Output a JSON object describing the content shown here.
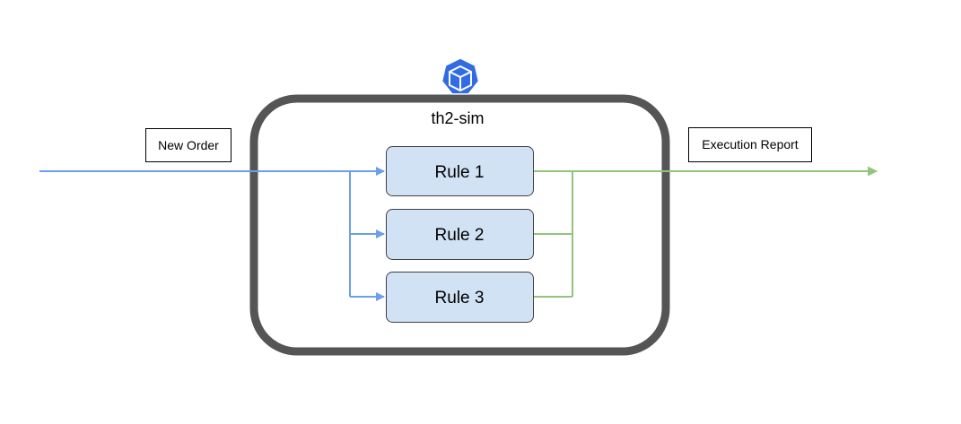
{
  "title": "th2-sim",
  "input_label": "New Order",
  "output_label": "Execution Report",
  "rules": [
    "Rule 1",
    "Rule 2",
    "Rule 3"
  ],
  "icon": "kubernetes-pod-icon",
  "colors": {
    "container_border": "#555555",
    "rule_fill": "#d0e2f3",
    "rule_border": "#404040",
    "input_arrow": "#6d9eeb",
    "output_arrow": "#93c47d",
    "icon_blue": "#326ce5"
  }
}
